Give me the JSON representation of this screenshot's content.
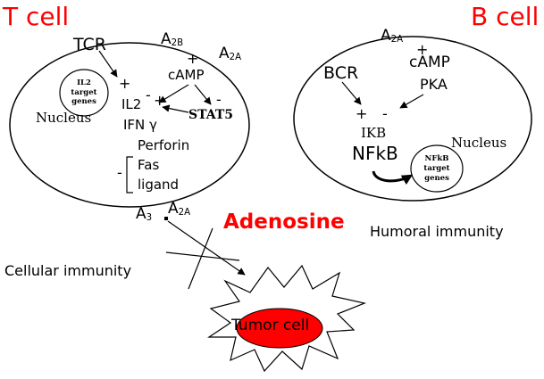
{
  "titles": {
    "t_cell": "T cell",
    "b_cell": "B cell"
  },
  "t_cell": {
    "tcr": "TCR",
    "a2b": "A",
    "a2b_sub": "2B",
    "a2a": "A",
    "a2a_sub": "2A",
    "plus_a": "+",
    "plus_b": "+",
    "camp": "cAMP",
    "il2_genes": "IL2 target genes",
    "nucleus": "Nucleus",
    "il2": "IL2",
    "minus_a": "-",
    "plus_c": "+",
    "minus_b": "-",
    "ifn": "IFN γ",
    "stat5": "STAT5",
    "perforin": "Perforin",
    "minus_c": "-",
    "fas": "Fas",
    "ligand": "ligand"
  },
  "b_cell": {
    "a2a": "A",
    "a2a_sub": "2A",
    "plus_a": "+",
    "camp": "cAMP",
    "bcr": "BCR",
    "pka": "PKA",
    "plus_b": "+",
    "minus_a": "-",
    "ikb": "IKB",
    "nfkb": "NFkB",
    "nucleus": "Nucleus",
    "nfkb_genes": "NFkB target genes"
  },
  "center": {
    "a3": "A",
    "a3_sub": "3",
    "a2a": "A",
    "a2a_sub": "2A",
    "adenosine": "Adenosine",
    "humoral": "Humoral immunity",
    "cellular": "Cellular immunity",
    "tumor": "Tumor cell"
  },
  "colors": {
    "title_red": "#ff0000",
    "tumor_fill": "#ff0000",
    "stroke": "#000000"
  }
}
